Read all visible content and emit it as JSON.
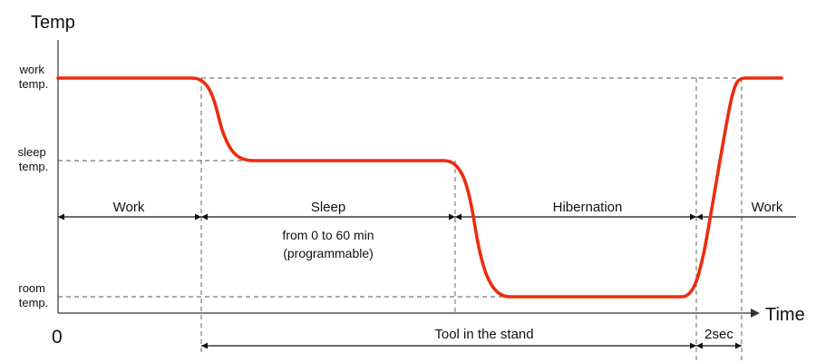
{
  "axes": {
    "y_title": "Temp",
    "x_title": "Time",
    "origin": "0"
  },
  "y_levels": {
    "work": [
      "work",
      "temp."
    ],
    "sleep": [
      "sleep",
      "temp."
    ],
    "room": [
      "room",
      "temp."
    ]
  },
  "phases": {
    "work_start": "Work",
    "sleep": "Sleep",
    "sleep_note_1": "from 0 to 60 min",
    "sleep_note_2": "(programmable)",
    "hibernation": "Hibernation",
    "work_end": "Work"
  },
  "bottom": {
    "stand": "Tool in the stand",
    "wake_time": "2sec"
  },
  "colors": {
    "curve": "#ee2b0e"
  }
}
